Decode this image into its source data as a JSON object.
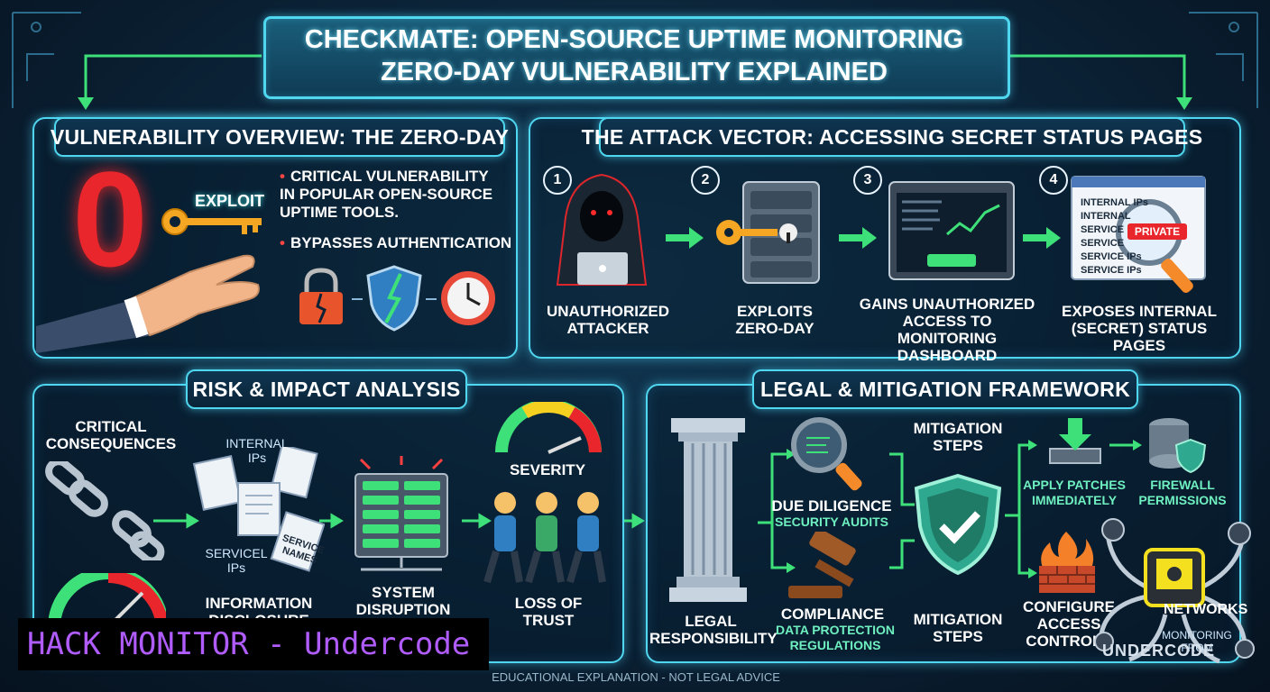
{
  "header": {
    "title_line1": "CHECKMATE: OPEN-SOURCE UPTIME MONITORING",
    "title_line2": "ZERO-DAY VULNERABILITY EXPLAINED"
  },
  "overview": {
    "title": "VULNERABILITY OVERVIEW: THE ZERO-DAY",
    "zero": "0",
    "exploit": "EXPLOIT",
    "bullets": [
      "CRITICAL VULNERABILITY IN POPULAR OPEN-SOURCE UPTIME TOOLS.",
      "BYPASSES AUTHENTICATION"
    ]
  },
  "attack": {
    "title": "THE ATTACK VECTOR: ACCESSING SECRET STATUS PAGES",
    "steps": [
      {
        "num": "1",
        "label": "UNAUTHORIZED ATTACKER"
      },
      {
        "num": "2",
        "label": "EXPLOITS ZERO-DAY"
      },
      {
        "num": "3",
        "label": "GAINS UNAUTHORIZED ACCESS TO MONITORING DASHBOARD"
      },
      {
        "num": "4",
        "label": "EXPOSES INTERNAL (SECRET) STATUS PAGES"
      }
    ],
    "doc_lines": [
      "INTERNAL IPs",
      "INTERNAL",
      "SERVICE",
      "SERVICE",
      "SERVICE IPs",
      "SERVICE IPs"
    ],
    "private_stamp": "PRIVATE"
  },
  "risk": {
    "title": "RISK & IMPACT ANALYSIS",
    "critical": "CRITICAL CONSEQUENCES",
    "internal_ips": "INTERNAL IPs",
    "service_ips": "SERVICEL IPs",
    "service_names": "SERVICE NAMES",
    "info_disclosure": "INFORMATION DISCLOSURE",
    "system_disruption": "SYSTEM DISRUPTION",
    "severity": "SEVERITY",
    "loss_of_trust": "LOSS OF TRUST"
  },
  "legal": {
    "title": "LEGAL & MITIGATION FRAMEWORK",
    "legal_responsibility": "LEGAL RESPONSIBILITY",
    "due_diligence": "DUE DILIGENCE",
    "security_audits": "SECURITY AUDITS",
    "compliance": "COMPLIANCE",
    "data_protection": "DATA PROTECTION REGULATIONS",
    "mitigation_top": "MITIGATION STEPS",
    "mitigation_bottom": "MITIGATION STEPS",
    "apply_patches": "APPLY PATCHES IMMEDIATELY",
    "firewall": "FIREWALL PERMISSIONS",
    "configure": "CONFIGURE ACCESS CONTROLS",
    "networks": "NETWORKS",
    "monitoring_from": "MONITORING FROM"
  },
  "footer": {
    "disclaimer": "EDUCATIONAL EXPLANATION - NOT LEGAL ADVICE",
    "banner": "HACK MONITOR - Undercode",
    "logo_text": "UNDERCODE"
  },
  "colors": {
    "accent": "#4fd7f0",
    "green": "#3ee07a",
    "red": "#e8262b",
    "banner_bg": "#000000",
    "banner_text": "#b15cff"
  }
}
